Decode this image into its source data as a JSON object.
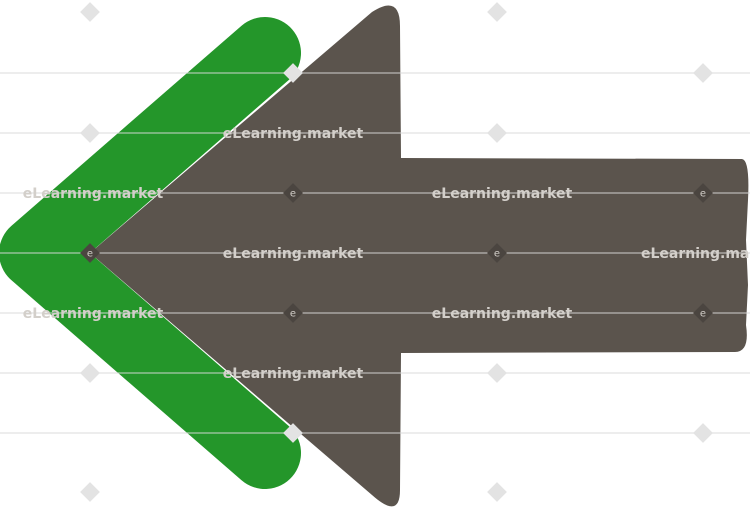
{
  "graphic": {
    "name": "left-arrow-with-green-chevron",
    "arrow_color": "#5b544d",
    "chevron_color": "#24962a",
    "background": "#ffffff"
  },
  "watermark": {
    "text": "eLearning.market",
    "badge_letter": "e",
    "line_color": "#d9d9d9",
    "text_color_on_dark": "#d3cfca",
    "text_color_on_light": "#e2e2e2",
    "diamond_color_on_light": "#e3e3e3",
    "diamond_color_on_dark": "#4b4540"
  }
}
